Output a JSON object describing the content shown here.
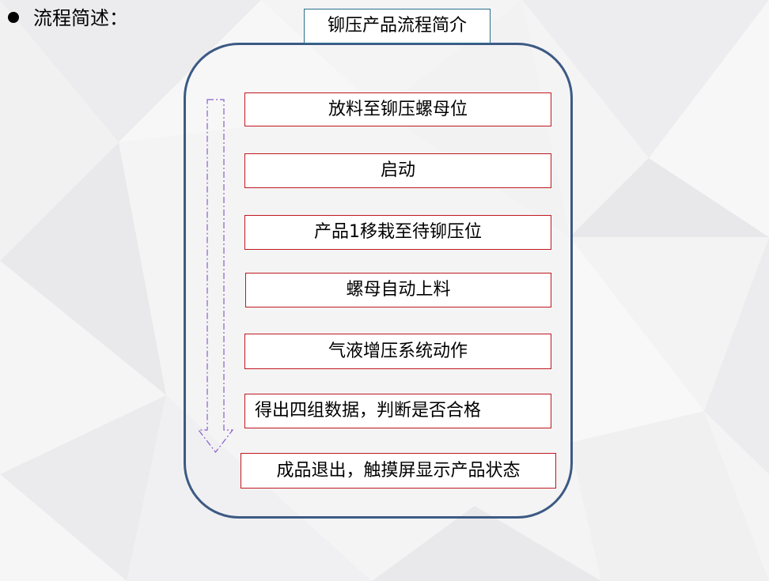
{
  "heading": "流程简述：",
  "title": "铆压产品流程简介",
  "steps": [
    "放料至铆压螺母位",
    "启动",
    "产品1移栽至待铆压位",
    "螺母自动上料",
    "气液增压系统动作",
    "得出四组数据，判断是否合格",
    "成品退出，触摸屏显示产品状态"
  ],
  "colors": {
    "frame": "#3c5a84",
    "step_border": "#c0181f",
    "arrow": "#8a5fc7",
    "title_border": "#2d6e8e"
  }
}
